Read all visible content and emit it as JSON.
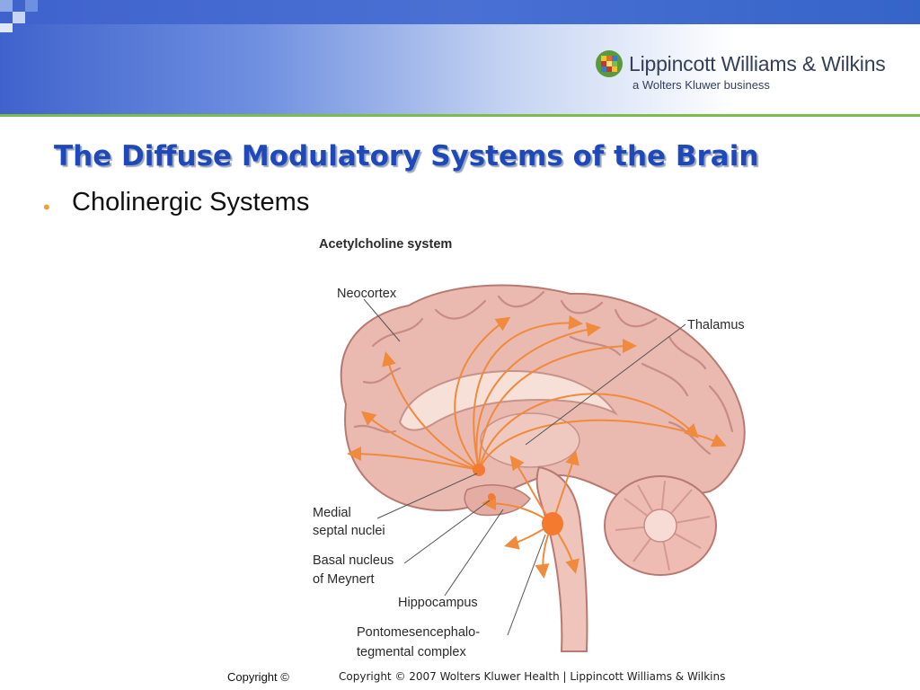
{
  "header": {
    "publisher": "Lippincott Williams & Wilkins",
    "publisher_sub": "a Wolters Kluwer business",
    "colors": {
      "band": "#3f63cc",
      "accent_line": "#7cbc48"
    }
  },
  "slide": {
    "title": "The Diffuse Modulatory Systems of the Brain",
    "bullet": "Cholinergic Systems",
    "title_color": "#1f48b8",
    "bullet_color": "#f0a030"
  },
  "figure": {
    "heading": "Acetylcholine system",
    "labels": {
      "neocortex": "Neocortex",
      "thalamus": "Thalamus",
      "medial_1": "Medial",
      "medial_2": "septal nuclei",
      "basal_1": "Basal nucleus",
      "basal_2": "of Meynert",
      "hippocampus": "Hippocampus",
      "ponto_1": "Pontomesencephalo-",
      "ponto_2": "tegmental complex"
    },
    "colors": {
      "brain": "#e8b8b0",
      "pathway": "#f08a3c",
      "nucleus": "#f47a30"
    }
  },
  "footer": {
    "copyright_left": "Copyright ©",
    "copyright_right": "Copyright © 2007 Wolters Kluwer Health | Lippincott Williams & Wilkins"
  }
}
